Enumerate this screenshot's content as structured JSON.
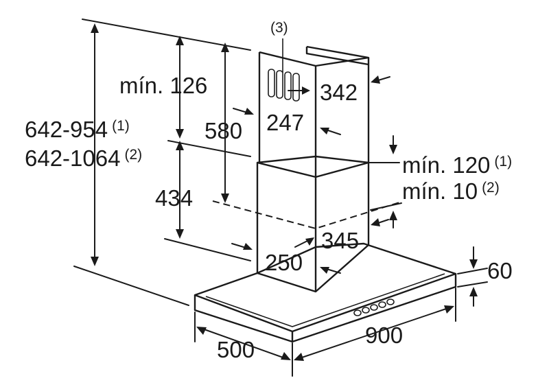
{
  "labels": {
    "min_top_clearance": "mín. 126",
    "height_range_1": "642-954",
    "height_range_2": "642-1064",
    "note_1": "(1)",
    "note_2": "(2)",
    "note_3": "(3)",
    "upper_chimney_height": "580",
    "lower_chimney_height": "434",
    "upper_chimney_width": "342",
    "upper_chimney_depth": "247",
    "min_overlap_1": "mín. 120",
    "min_overlap_2": "mín. 10",
    "lower_chimney_width": "345",
    "lower_chimney_depth": "250",
    "hood_height": "60",
    "hood_depth": "500",
    "hood_width": "900"
  },
  "colors": {
    "line": "#1a1a1a",
    "background": "#ffffff"
  }
}
